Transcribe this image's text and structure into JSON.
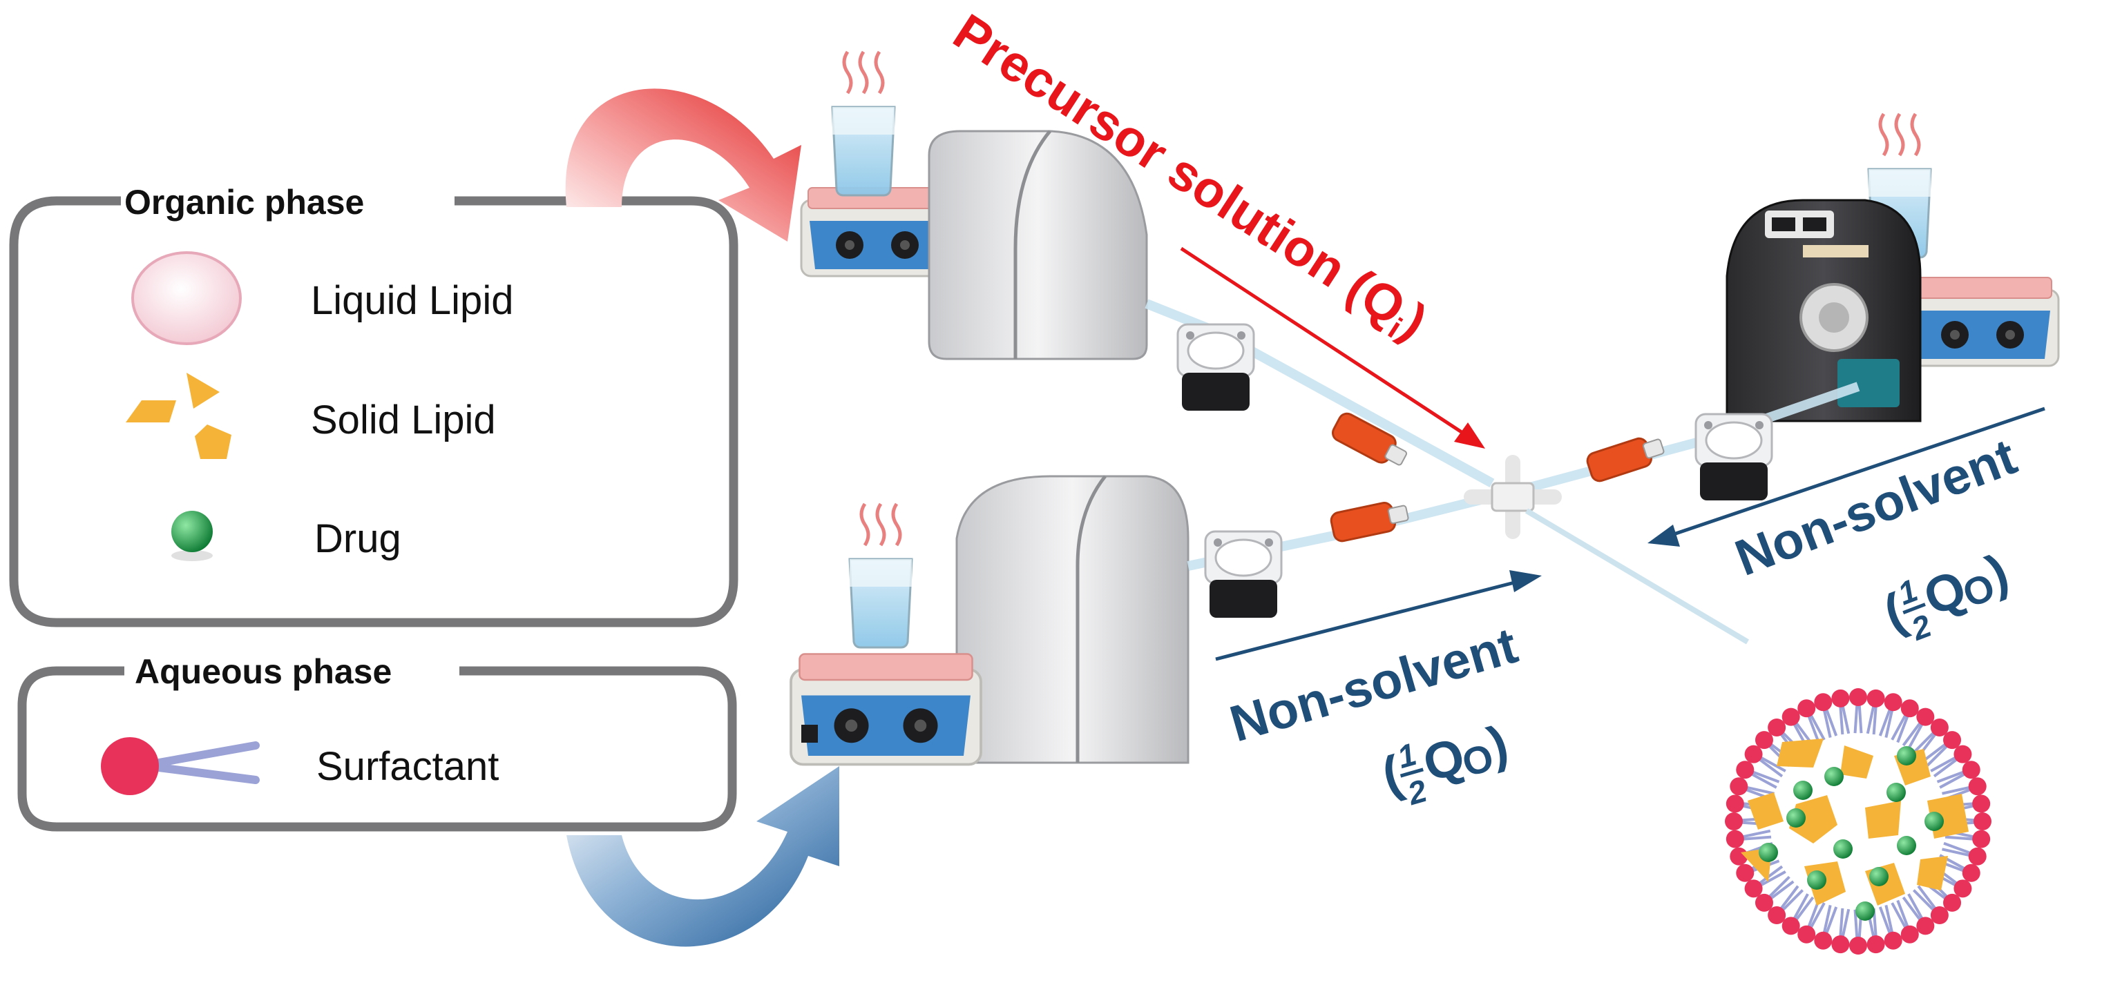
{
  "legend_organic": {
    "title": "Organic phase",
    "items": [
      {
        "label": "Liquid Lipid",
        "icon": "liquid-lipid-droplet"
      },
      {
        "label": "Solid Lipid",
        "icon": "solid-lipid-fragments"
      },
      {
        "label": "Drug",
        "icon": "drug-sphere"
      }
    ]
  },
  "legend_aqueous": {
    "title": "Aqueous phase",
    "items": [
      {
        "label": "Surfactant",
        "icon": "surfactant-molecule"
      }
    ]
  },
  "flows": {
    "precursor": {
      "text": "Precursor solution (Q",
      "sub": "i",
      "close": ")"
    },
    "nonsolvent_bottom": {
      "text": "Non-solvent",
      "frac_num": "1",
      "frac_den": "2",
      "q": "Q",
      "q_sub": "O",
      "open": "(",
      "close": ")"
    },
    "nonsolvent_right": {
      "text": "Non-solvent",
      "frac_num": "1",
      "frac_den": "2",
      "q": "Q",
      "q_sub": "O",
      "open": "(",
      "close": ")"
    }
  },
  "colors": {
    "precursor": "#e8161b",
    "nonsolvent": "#1f4e79",
    "surfactant_head": "#e8325a",
    "surfactant_tail": "#9aa2d6",
    "solid_lipid": "#f5b338",
    "drug": "#1ca64a",
    "liquid_lipid": "#f9dde4",
    "hotplate_top": "#f2b3b0",
    "hotplate_panel": "#3d86c9",
    "pump_body": "#d6d7d9",
    "connector": "#e8511f"
  }
}
